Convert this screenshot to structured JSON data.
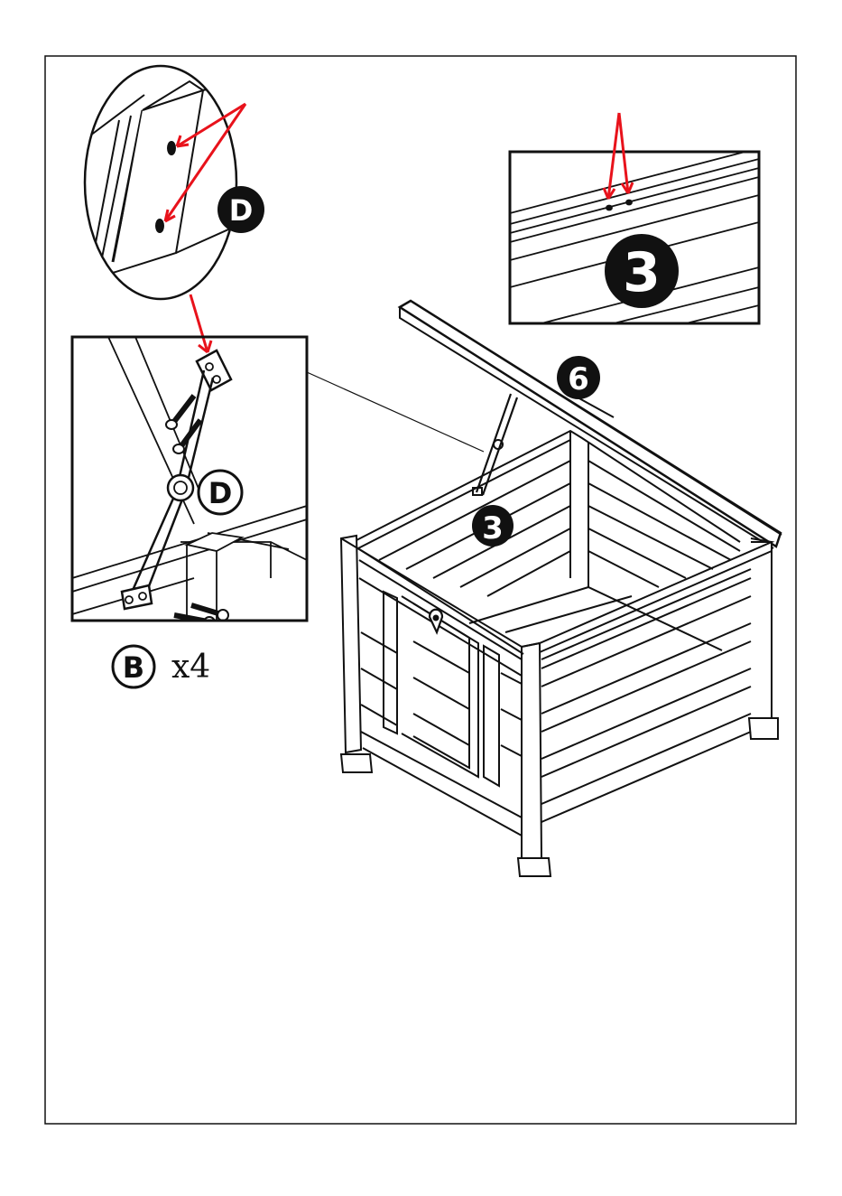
{
  "labels": {
    "part_d_detail": "D",
    "part_3_detail": "3",
    "part_6": "6",
    "part_3": "3",
    "part_d_inset": "D",
    "part_b": "B",
    "quantity_b": "x4"
  },
  "colors": {
    "arrow": "#e8121b",
    "line": "#1a1a1a",
    "badge_fill": "#111111",
    "badge_text": "#ffffff"
  }
}
